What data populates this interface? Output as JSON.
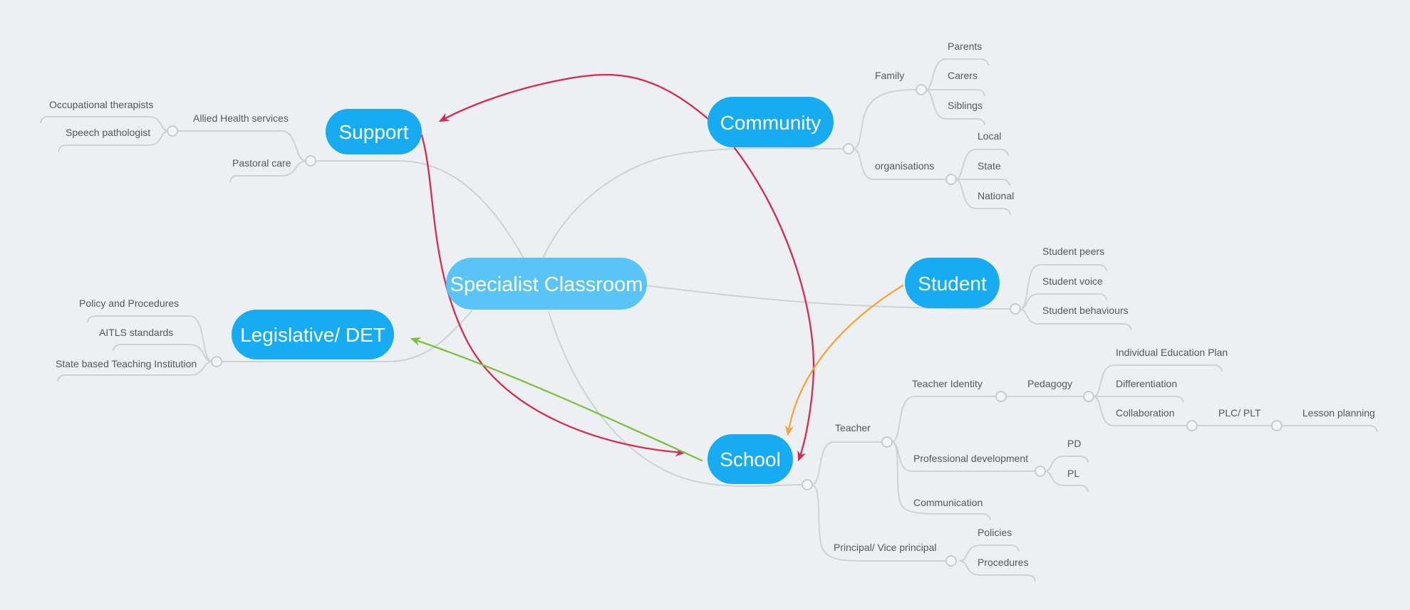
{
  "map": {
    "root": {
      "label": "Specialist Classroom"
    },
    "branches": [
      {
        "label": "Support",
        "children": [
          {
            "label": "Allied Health services",
            "children": [
              {
                "label": "Occupational therapists"
              },
              {
                "label": "Speech pathologist"
              }
            ]
          },
          {
            "label": "Pastoral care"
          }
        ]
      },
      {
        "label": "Community",
        "children": [
          {
            "label": "Family",
            "children": [
              {
                "label": "Parents"
              },
              {
                "label": "Carers"
              },
              {
                "label": "Siblings"
              }
            ]
          },
          {
            "label": "organisations",
            "children": [
              {
                "label": "Local"
              },
              {
                "label": "State"
              },
              {
                "label": "National"
              }
            ]
          }
        ]
      },
      {
        "label": "Student",
        "children": [
          {
            "label": "Student peers"
          },
          {
            "label": "Student voice"
          },
          {
            "label": "Student behaviours"
          }
        ]
      },
      {
        "label": "Legislative/ DET",
        "children": [
          {
            "label": "Policy and Procedures"
          },
          {
            "label": "AITLS standards"
          },
          {
            "label": "State based Teaching Institution"
          }
        ]
      },
      {
        "label": "School",
        "children": [
          {
            "label": "Teacher",
            "children": [
              {
                "label": "Teacher Identity",
                "children": [
                  {
                    "label": "Pedagogy",
                    "children": [
                      {
                        "label": "Individual Education Plan"
                      },
                      {
                        "label": "Differentiation"
                      },
                      {
                        "label": "Collaboration",
                        "children": [
                          {
                            "label": "PLC/ PLT",
                            "children": [
                              {
                                "label": "Lesson planning"
                              }
                            ]
                          }
                        ]
                      }
                    ]
                  }
                ]
              },
              {
                "label": "Professional development",
                "children": [
                  {
                    "label": "PD"
                  },
                  {
                    "label": "PL"
                  }
                ]
              },
              {
                "label": "Communication"
              }
            ]
          },
          {
            "label": "Principal/ Vice principal",
            "children": [
              {
                "label": "Policies"
              },
              {
                "label": "Procedures"
              }
            ]
          }
        ]
      }
    ],
    "relationships": [
      {
        "from": "Community",
        "to": "Support",
        "color": "#D62B50"
      },
      {
        "from": "Support",
        "to": "School",
        "color": "#D62B50"
      },
      {
        "from": "Community",
        "to": "School",
        "color": "#D62B50"
      },
      {
        "from": "Student",
        "to": "School",
        "color": "#F9A23C"
      },
      {
        "from": "School",
        "to": "Legislative/ DET",
        "color": "#7FBE3B"
      }
    ],
    "colors": {
      "background": "#ECF0F3",
      "topic_fill": "#17ABF2",
      "root_fill": "#5AC4F7",
      "topic_text": "#FFFFFF",
      "edge": "#CDD2D7",
      "leaf_text": "#54585C",
      "arrow_red": "#D62B50",
      "arrow_green": "#7FBE3B",
      "arrow_orange": "#F9A23C"
    }
  }
}
